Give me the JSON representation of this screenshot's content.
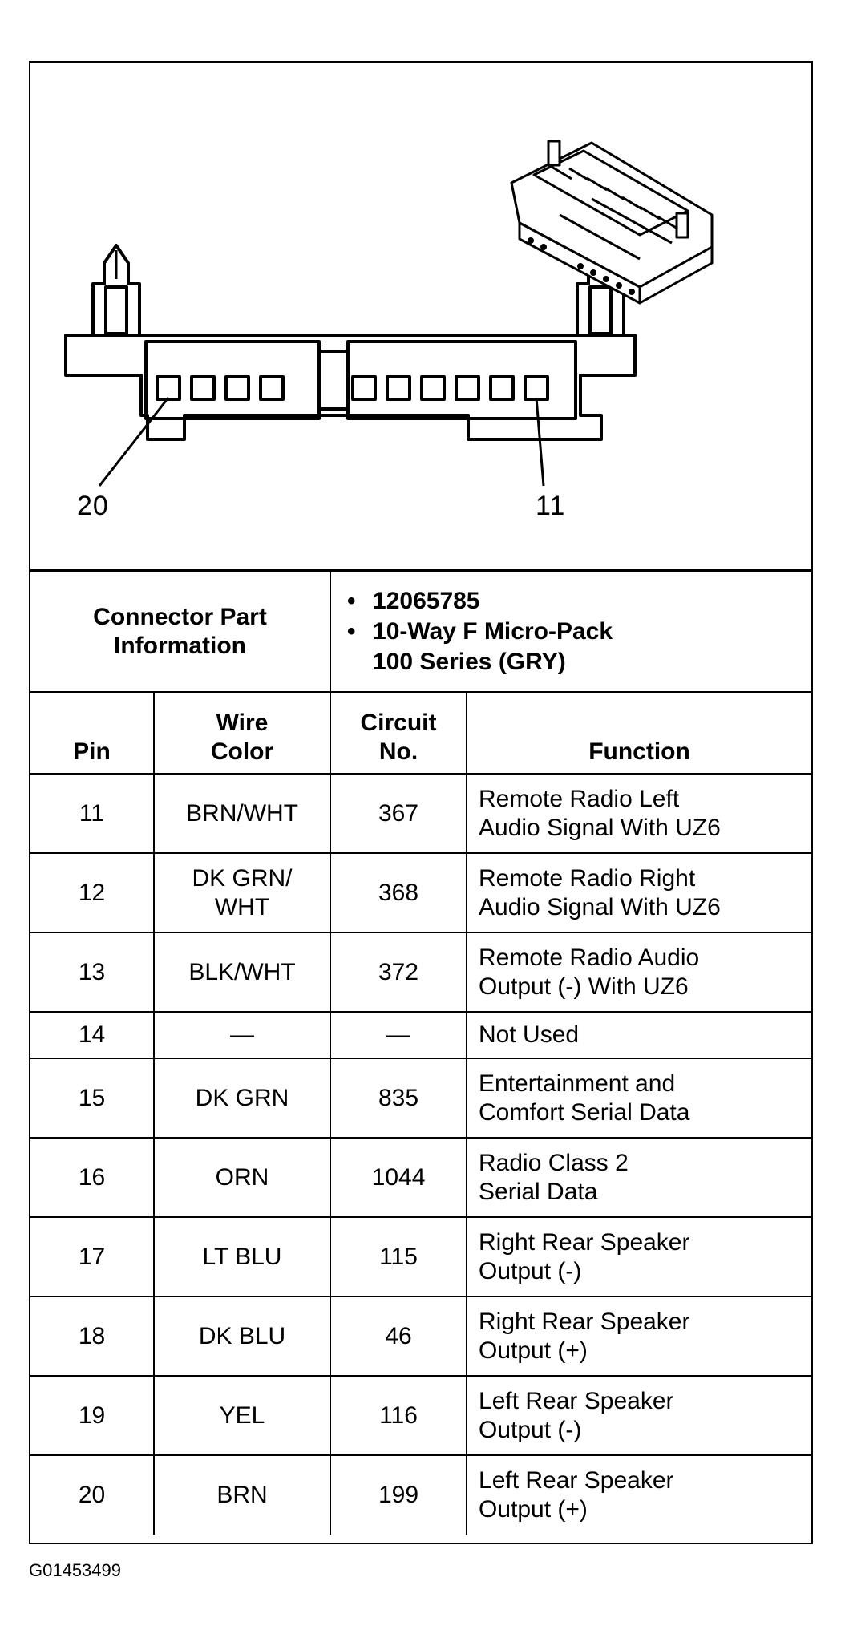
{
  "diagram": {
    "pin_label_left": "20",
    "pin_label_right": "11"
  },
  "connector_info": {
    "label_line1": "Connector Part",
    "label_line2": "Information",
    "part_number": "12065785",
    "description_line1": "10-Way F Micro-Pack",
    "description_line2": "100 Series (GRY)"
  },
  "table_headers": {
    "pin": "Pin",
    "wire_color_line1": "Wire",
    "wire_color_line2": "Color",
    "circuit_line1": "Circuit",
    "circuit_line2": "No.",
    "function": "Function"
  },
  "rows": [
    {
      "pin": "11",
      "color": [
        "BRN/WHT"
      ],
      "circuit": "367",
      "function": [
        "Remote Radio Left",
        "Audio Signal With UZ6"
      ]
    },
    {
      "pin": "12",
      "color": [
        "DK GRN/",
        "WHT"
      ],
      "circuit": "368",
      "function": [
        "Remote Radio Right",
        "Audio Signal With UZ6"
      ]
    },
    {
      "pin": "13",
      "color": [
        "BLK/WHT"
      ],
      "circuit": "372",
      "function": [
        "Remote Radio Audio",
        "Output (-) With UZ6"
      ]
    },
    {
      "pin": "14",
      "color": [
        "—"
      ],
      "circuit": "—",
      "function": [
        "Not Used"
      ]
    },
    {
      "pin": "15",
      "color": [
        "DK GRN"
      ],
      "circuit": "835",
      "function": [
        "Entertainment and",
        "Comfort Serial Data"
      ]
    },
    {
      "pin": "16",
      "color": [
        "ORN"
      ],
      "circuit": "1044",
      "function": [
        "Radio Class 2",
        "Serial Data"
      ]
    },
    {
      "pin": "17",
      "color": [
        "LT BLU"
      ],
      "circuit": "115",
      "function": [
        "Right Rear Speaker",
        "Output (-)"
      ]
    },
    {
      "pin": "18",
      "color": [
        "DK BLU"
      ],
      "circuit": "46",
      "function": [
        "Right Rear Speaker",
        "Output (+)"
      ]
    },
    {
      "pin": "19",
      "color": [
        "YEL"
      ],
      "circuit": "116",
      "function": [
        "Left Rear Speaker",
        "Output (-)"
      ]
    },
    {
      "pin": "20",
      "color": [
        "BRN"
      ],
      "circuit": "199",
      "function": [
        "Left Rear Speaker",
        "Output (+)"
      ]
    }
  ],
  "caption": "G01453499"
}
